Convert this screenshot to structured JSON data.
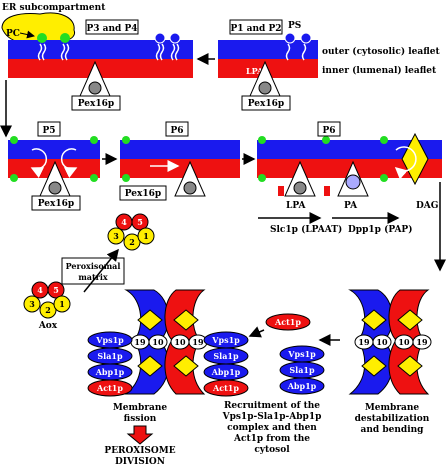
{
  "labels": {
    "er_subcompartment": "ER subcompartment",
    "pc": "PC",
    "ps": "PS",
    "lpa": "LPA",
    "pa": "PA",
    "dag": "DAG",
    "box_p3_p4": "P3 and P4",
    "box_p1_p2": "P1 and P2",
    "box_p5": "P5",
    "box_p6_mid": "P6",
    "box_p6_right": "P6",
    "outer_leaflet": "outer (cytosolic) leaflet",
    "inner_leaflet": "inner (lumenal) leaflet",
    "pex16p": "Pex16p",
    "slc1p": "Slc1p (LPAAT)",
    "dpp1p": "Dpp1p (PAP)",
    "peroxisomal_matrix_1": "Peroxisomal",
    "peroxisomal_matrix_2": "matrix",
    "aox": "Aox",
    "aox_subunits": [
      "4",
      "5",
      "3",
      "2",
      "1"
    ],
    "act1p": "Act1p",
    "vps1p": "Vps1p",
    "sla1p": "Sla1p",
    "abp1p": "Abp1p",
    "pair_19": "19",
    "pair_10": "10",
    "membrane_fission_1": "Membrane",
    "membrane_fission_2": "fission",
    "peroxisome_division_1": "PEROXISOME",
    "peroxisome_division_2": "DIVISION",
    "recruitment_1": "Recruitment of the",
    "recruitment_2": "Vps1p-Sla1p-Abp1p",
    "recruitment_3": "complex and then",
    "recruitment_4": "Act1p from the",
    "recruitment_5": "cytosol",
    "destab_1": "Membrane",
    "destab_2": "destabilization",
    "destab_3": "and bending"
  },
  "colors": {
    "outer_leaflet": "#1a1aee",
    "inner_leaflet": "#ee1111",
    "green_lipid": "#22dd22",
    "blue_lipid": "#1a1aee",
    "aox_red": "#ee1111",
    "aox_yellow": "#ffee00",
    "vps_blue": "#1a1aee",
    "act_red": "#ee1111",
    "dag_yellow": "#ffee00",
    "er_yellow": "#ffee00"
  }
}
